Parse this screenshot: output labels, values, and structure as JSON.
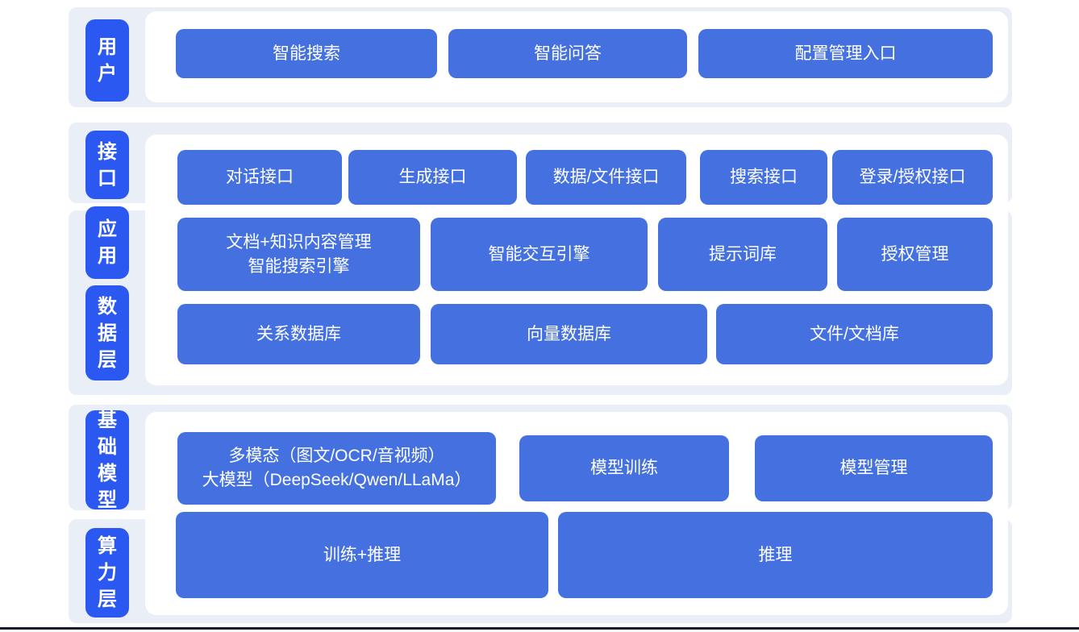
{
  "colors": {
    "label_blue": "#2a58f0",
    "button_blue": "#4571e0",
    "band_light": "#e9eef7",
    "panel_white": "#ffffff",
    "footer_dark": "#121b2a"
  },
  "layers": [
    {
      "id": "user",
      "label": "用\n户"
    },
    {
      "id": "interface",
      "label": "接\n口"
    },
    {
      "id": "application",
      "label": "应\n用"
    },
    {
      "id": "data-layer",
      "label": "数\n据\n层"
    },
    {
      "id": "foundation-model",
      "label": "基\n础\n模\n型"
    },
    {
      "id": "compute-layer",
      "label": "算\n力\n层"
    }
  ],
  "groups": {
    "user": [
      "智能搜索",
      "智能问答",
      "配置管理入口"
    ],
    "interface": [
      "对话接口",
      "生成接口",
      "数据/文件接口",
      "搜索接口",
      "登录/授权接口"
    ],
    "application": [
      "文档+知识内容管理\n智能搜索引擎",
      "智能交互引擎",
      "提示词库",
      "授权管理"
    ],
    "data": [
      "关系数据库",
      "向量数据库",
      "文件/文档库"
    ],
    "model": [
      "多模态（图文/OCR/音视频）\n大模型（DeepSeek/Qwen/LLaMa）",
      "模型训练",
      "模型管理"
    ],
    "compute": [
      "训练+推理",
      "推理"
    ]
  }
}
